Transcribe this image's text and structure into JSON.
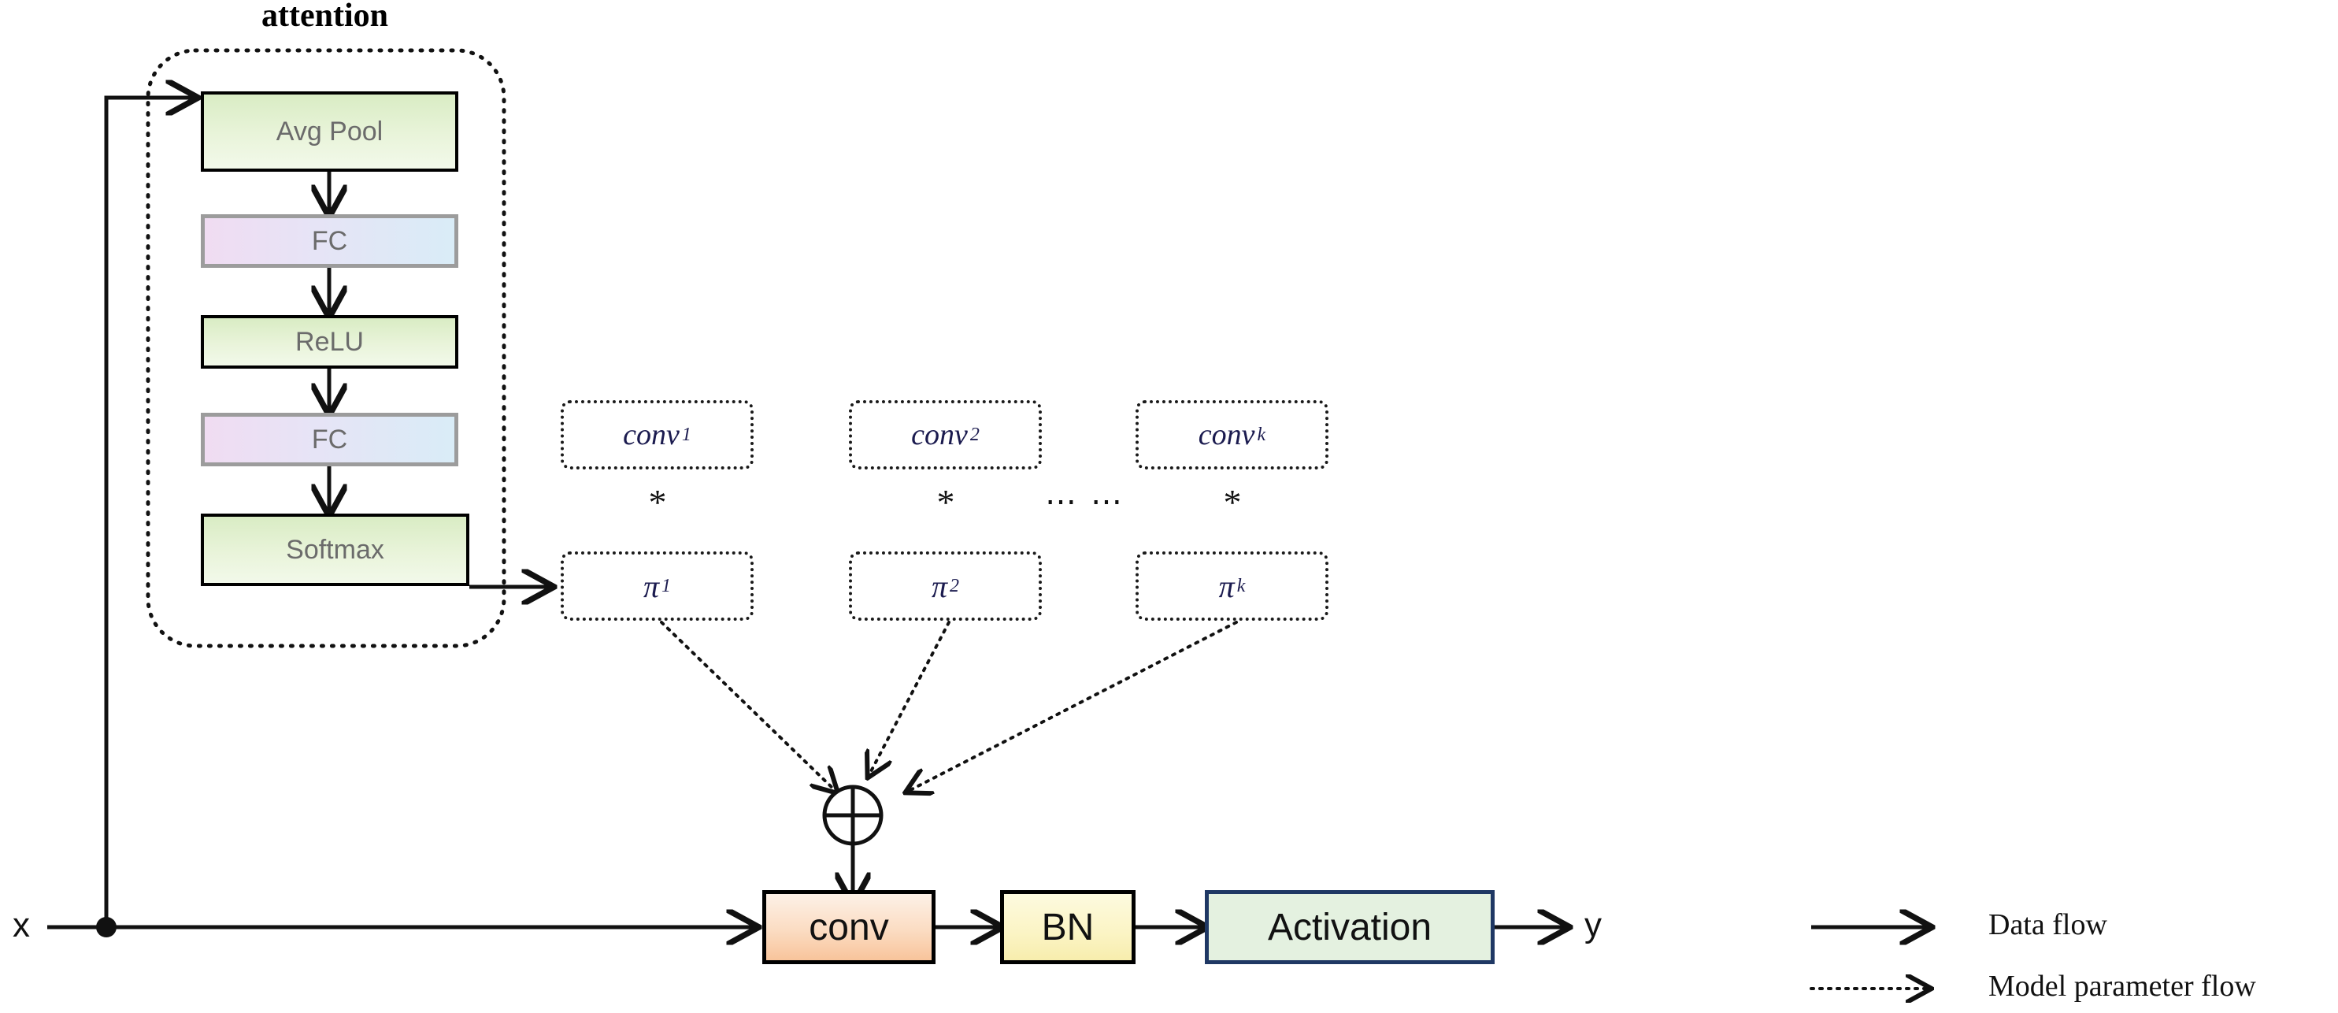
{
  "diagram": {
    "title_attention": "attention",
    "attention_blocks": [
      {
        "label": "Avg Pool",
        "style": "green"
      },
      {
        "label": "FC",
        "style": "fc"
      },
      {
        "label": "ReLU",
        "style": "green"
      },
      {
        "label": "FC",
        "style": "fc"
      },
      {
        "label": "Softmax",
        "style": "green"
      }
    ],
    "kernels": [
      {
        "base": "conv",
        "sub": "1"
      },
      {
        "base": "conv",
        "sub": "2"
      },
      {
        "base": "conv",
        "sub": "k"
      }
    ],
    "weights": [
      {
        "base": "π",
        "sub": "1"
      },
      {
        "base": "π",
        "sub": "2"
      },
      {
        "base": "π",
        "sub": "k"
      }
    ],
    "multiply_symbol": "*",
    "ellipsis": "⋯ ⋯",
    "sum_symbol": "⊕",
    "pipeline": [
      {
        "label": "conv",
        "style": "conv"
      },
      {
        "label": "BN",
        "style": "bn"
      },
      {
        "label": "Activation",
        "style": "act"
      }
    ],
    "input_label": "x",
    "output_label": "y",
    "legend": [
      {
        "label": "Data flow",
        "line": "solid"
      },
      {
        "label": "Model parameter flow",
        "line": "dotted"
      }
    ],
    "colors": {
      "green_fill": "#e0f0cc",
      "fc_fill": "#e6e4f6",
      "conv_fill": "#f8c49b",
      "bn_fill": "#f7edad",
      "activation_fill": "#e4f1e0",
      "activation_border": "#1f3864",
      "line": "#111111",
      "math_text": "#1b1b4f"
    }
  }
}
